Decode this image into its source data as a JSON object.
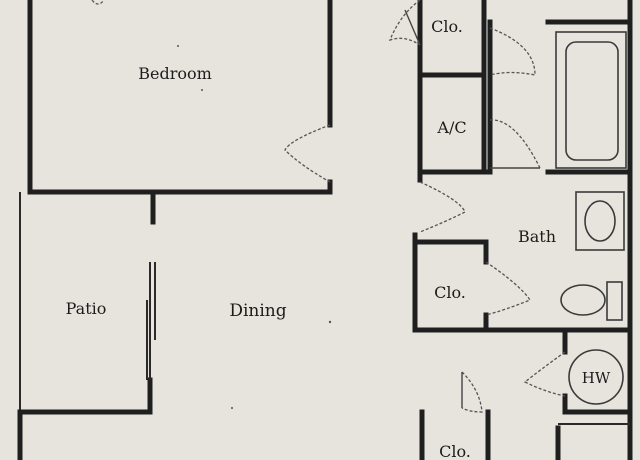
{
  "rooms": {
    "bedroom": "Bedroom",
    "patio": "Patio",
    "dining": "Dining",
    "bath": "Bath",
    "closet_top": "Clo.",
    "ac": "A/C",
    "closet_mid": "Clo.",
    "closet_bottom": "Clo.",
    "water_heater": "HW"
  }
}
